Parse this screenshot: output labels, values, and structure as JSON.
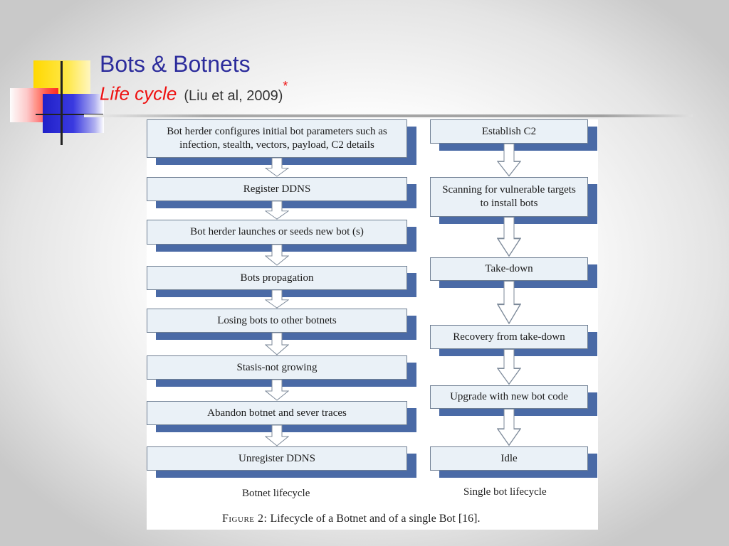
{
  "slide": {
    "title": "Bots & Botnets",
    "subtitle_italic": "Life cycle",
    "citation": "(Liu et al, 2009)",
    "citation_mark": "*"
  },
  "figure": {
    "botnet_steps": [
      "Bot herder configures initial bot parameters such as infection, stealth, vectors, payload, C2 details",
      "Register DDNS",
      "Bot herder launches or seeds new bot (s)",
      "Bots propagation",
      "Losing bots to other botnets",
      "Stasis-not growing",
      "Abandon botnet and sever traces",
      "Unregister DDNS"
    ],
    "single_bot_steps": [
      "Establish C2",
      "Scanning for vulnerable targets to install bots",
      "Take-down",
      "Recovery from take-down",
      "Upgrade with new bot code",
      "Idle"
    ],
    "botnet_caption": "Botnet lifecycle",
    "single_bot_caption": "Single bot lifecycle",
    "figure_label": "Figure 2:",
    "figure_caption": "Lifecycle of a Botnet and of a single Bot [16]."
  },
  "colors": {
    "title": "#2c2c9c",
    "subtitle": "#ee1111",
    "box_fill": "#eaf1f7",
    "box_shadow": "#4a6aa6"
  }
}
